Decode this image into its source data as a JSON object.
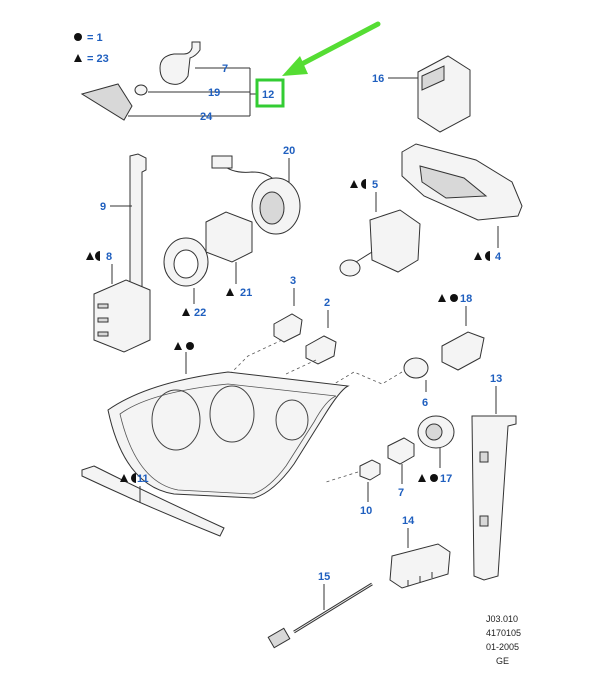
{
  "legend": [
    {
      "symbol": "circle",
      "text": "= 1"
    },
    {
      "symbol": "triangle",
      "text": "= 23"
    }
  ],
  "callouts": {
    "c1": "7",
    "c2": "19",
    "c3": "24",
    "c4": "12",
    "c5": "16",
    "c6": "20",
    "c7": "5",
    "c8": "9",
    "c9": "4",
    "c10": "8",
    "c11": "21",
    "c12": "22",
    "c13": "3",
    "c14": "2",
    "c15": "18",
    "c16": "13",
    "c17": "6",
    "c18": "11",
    "c19": "17",
    "c20": "7",
    "c21": "10",
    "c22": "14",
    "c23": "15"
  },
  "reference": {
    "line1": "J03.010",
    "line2": "4170105",
    "line3": "01-2005",
    "line4": "GE"
  },
  "colors": {
    "callout_text": "#1f5fbf",
    "highlight": "#33cc33",
    "arrow": "#55dd33"
  }
}
